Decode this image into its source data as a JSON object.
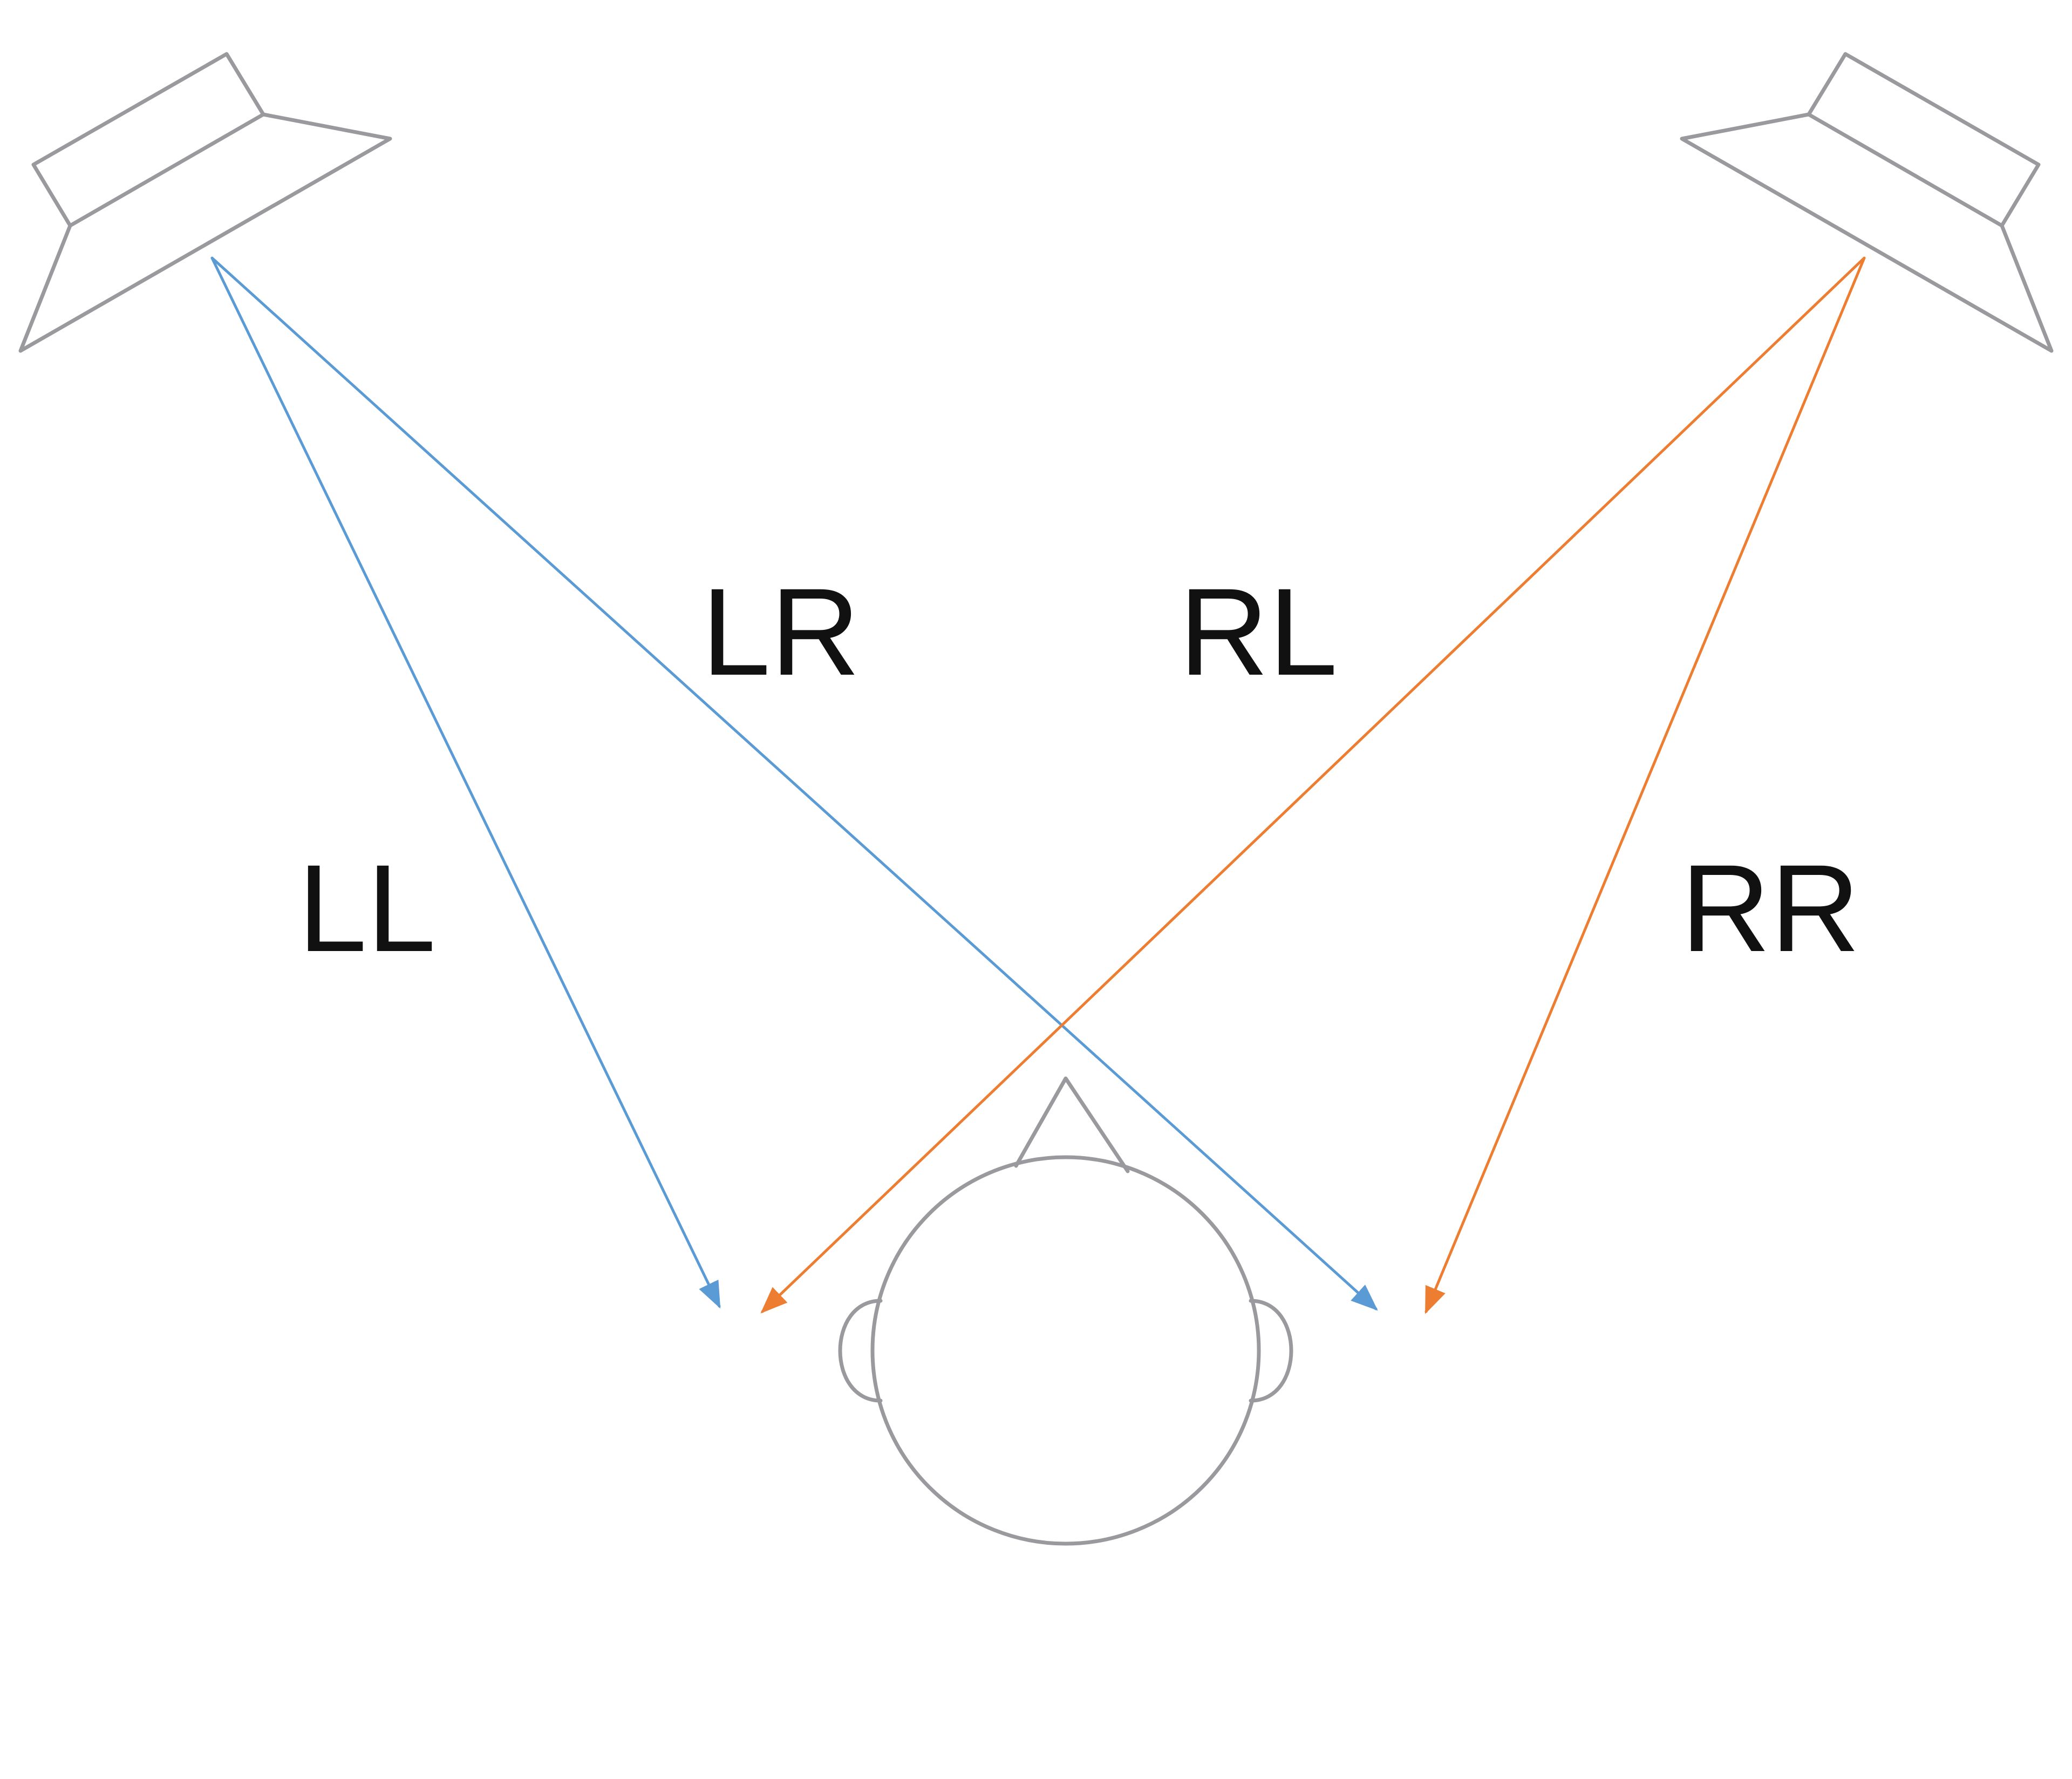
{
  "labels": {
    "ll": "LL",
    "lr": "LR",
    "rl": "RL",
    "rr": "RR"
  },
  "colors": {
    "left_speaker_rays": "#5b9bd5",
    "right_speaker_rays": "#ed7d31",
    "outline": "#9a999d",
    "text": "#111111"
  },
  "icons": {
    "left_speaker": "speaker-icon",
    "right_speaker": "speaker-icon",
    "listener": "head-icon"
  }
}
